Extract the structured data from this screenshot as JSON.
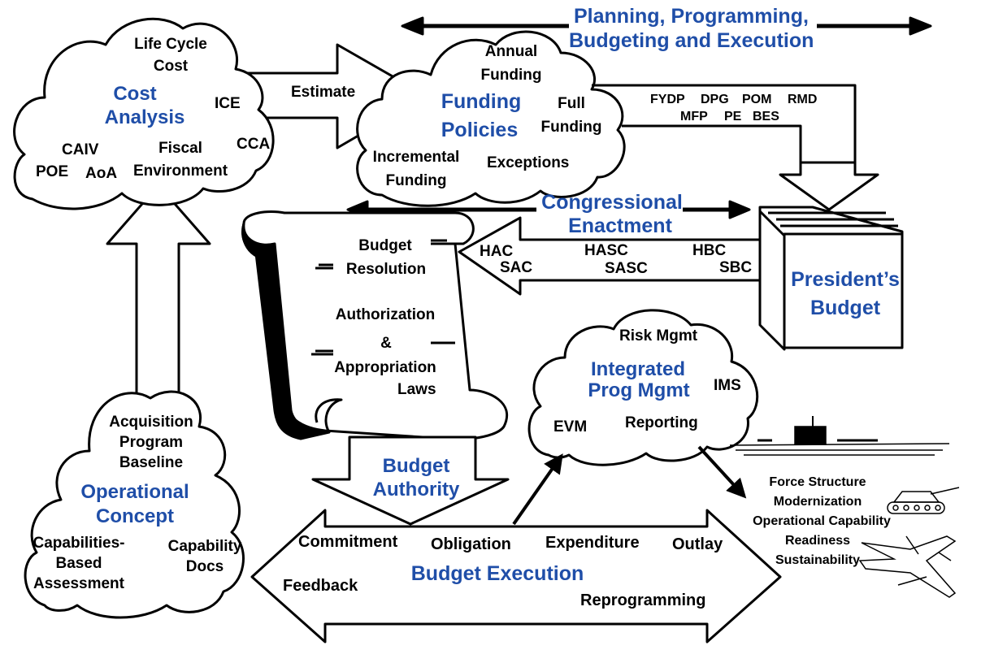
{
  "colors": {
    "title_blue": "#1f4ea8",
    "ink": "#000000",
    "scroll_shadow": "#000000"
  },
  "top_banner": {
    "title_line1": "Planning, Programming,",
    "title_line2": "Budgeting and Execution"
  },
  "cost_analysis": {
    "title_line1": "Cost",
    "title_line2": "Analysis",
    "life_cycle_line1": "Life Cycle",
    "life_cycle_line2": "Cost",
    "ice": "ICE",
    "cca": "CCA",
    "caiv": "CAIV",
    "poe": "POE",
    "aoa": "AoA",
    "fiscal_line1": "Fiscal",
    "fiscal_line2": "Environment"
  },
  "estimate_label": "Estimate",
  "funding_policies": {
    "title_line1": "Funding",
    "title_line2": "Policies",
    "annual_line1": "Annual",
    "annual_line2": "Funding",
    "full_line1": "Full",
    "full_line2": "Funding",
    "incremental_line1": "Incremental",
    "incremental_line2": "Funding",
    "exceptions": "Exceptions"
  },
  "ppbe_docs": [
    "FYDP",
    "DPG",
    "POM",
    "RMD",
    "MFP",
    "PE",
    "BES"
  ],
  "congressional": {
    "title_line1": "Congressional",
    "title_line2": "Enactment"
  },
  "committees": {
    "hac": "HAC",
    "sac": "SAC",
    "hasc": "HASC",
    "sasc": "SASC",
    "hbc": "HBC",
    "sbc": "SBC"
  },
  "presidents_budget": {
    "line1": "President’s",
    "line2": "Budget"
  },
  "scroll": {
    "budget_line1": "Budget",
    "budget_line2": "Resolution",
    "authorization": "Authorization",
    "ampersand": "&",
    "appropriation": "Appropriation",
    "laws": "Laws"
  },
  "budget_authority": {
    "line1": "Budget",
    "line2": "Authority"
  },
  "integrated": {
    "title_line1": "Integrated",
    "title_line2": "Prog Mgmt",
    "risk": "Risk Mgmt",
    "ims": "IMS",
    "evm": "EVM",
    "reporting": "Reporting"
  },
  "operational": {
    "title_line1": "Operational",
    "title_line2": "Concept",
    "apb_line1": "Acquisition",
    "apb_line2": "Program",
    "apb_line3": "Baseline",
    "cba_line1": "Capabilities-",
    "cba_line2": "Based",
    "cba_line3": "Assessment",
    "docs_line1": "Capability",
    "docs_line2": "Docs"
  },
  "force": [
    "Force Structure",
    "Modernization",
    "Operational Capability",
    "Readiness",
    "Sustainability"
  ],
  "execution": {
    "title": "Budget Execution",
    "commitment": "Commitment",
    "obligation": "Obligation",
    "expenditure": "Expenditure",
    "outlay": "Outlay",
    "feedback": "Feedback",
    "reprogramming": "Reprogramming"
  },
  "icons": [
    "aircraft-carrier-icon",
    "tank-icon",
    "fighter-jet-icon"
  ]
}
